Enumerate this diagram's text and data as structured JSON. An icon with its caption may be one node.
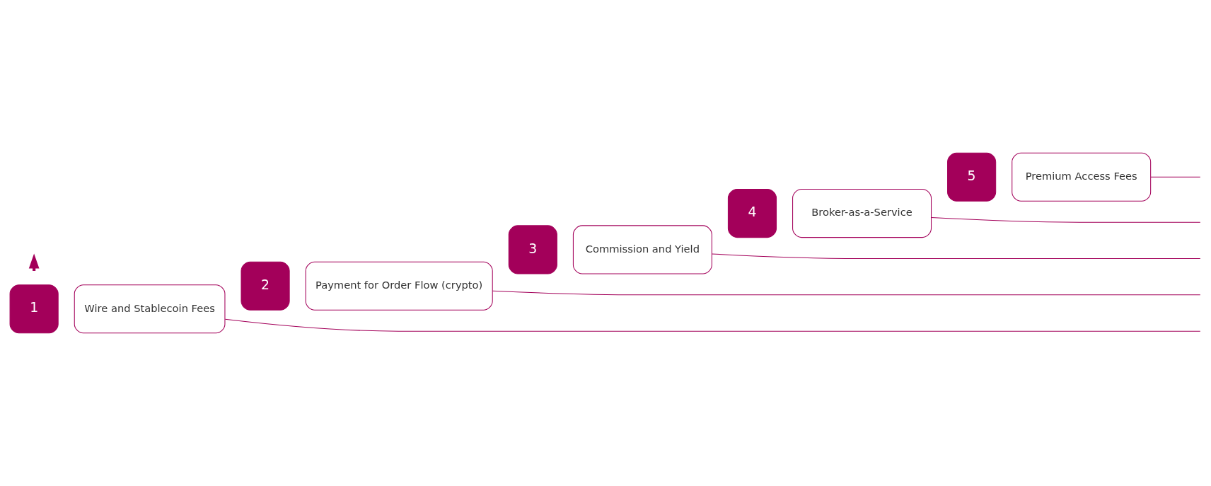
{
  "diagram": {
    "nodes": [
      {
        "text": [
          "5"
        ]
      },
      {
        "text": [
          "Premium Access Fees"
        ]
      },
      {
        "text": [
          "4"
        ]
      },
      {
        "text": [
          "Broker-as-a-Service"
        ]
      },
      {
        "text": [
          "3"
        ]
      },
      {
        "text": [
          "Commission and Yield"
        ]
      },
      {
        "text": [
          "2"
        ]
      },
      {
        "text": [
          "Payment for Order Flow (crypto)"
        ]
      },
      {
        "text": [
          "1"
        ]
      },
      {
        "text": [
          "Wire and Stablecoin Fees"
        ]
      }
    ],
    "edges": [
      {
        "from": 1,
        "to": null,
        "arrow": "none"
      },
      {
        "from": 3,
        "to": null,
        "arrow": "none"
      },
      {
        "from": 5,
        "to": null,
        "arrow": "none"
      },
      {
        "from": 7,
        "to": null,
        "arrow": "none"
      },
      {
        "from": 9,
        "to": null,
        "arrow": "none"
      }
    ]
  }
}
